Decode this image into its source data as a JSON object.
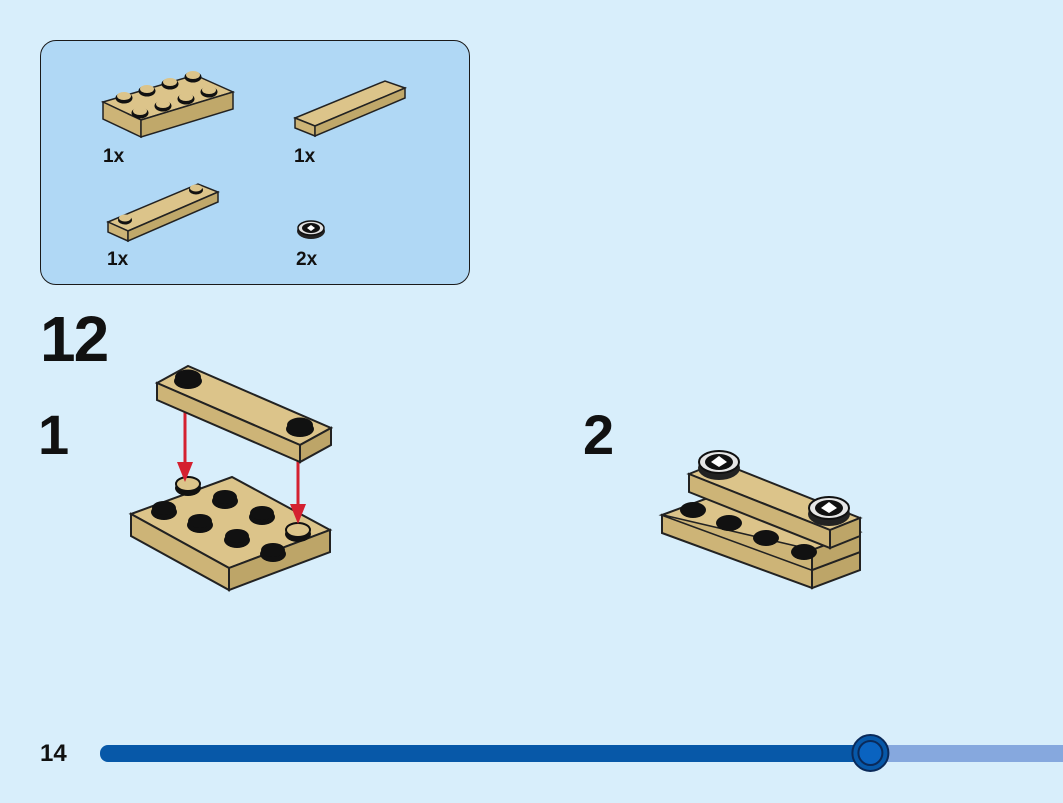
{
  "parts": [
    {
      "icon": "tan-plate-2x4-icon",
      "qty": "1x"
    },
    {
      "icon": "tan-tile-1x4-icon",
      "qty": "1x"
    },
    {
      "icon": "tan-plate-1x4-2-studs-icon",
      "qty": "1x"
    },
    {
      "icon": "black-round-tile-icon",
      "qty": "2x"
    }
  ],
  "step": {
    "number": "12",
    "substeps": [
      "1",
      "2"
    ]
  },
  "page": {
    "number": "14"
  },
  "progress": {
    "fraction": 0.8,
    "color_done": "#0758a8",
    "color_remaining": "#86a8de"
  },
  "colors": {
    "tan": "#dcc48a",
    "tan_dark": "#b59e62",
    "black": "#111111",
    "arrow": "#d42030",
    "box_bg": "#b0d8f5",
    "page_bg": "#d8eefb"
  }
}
